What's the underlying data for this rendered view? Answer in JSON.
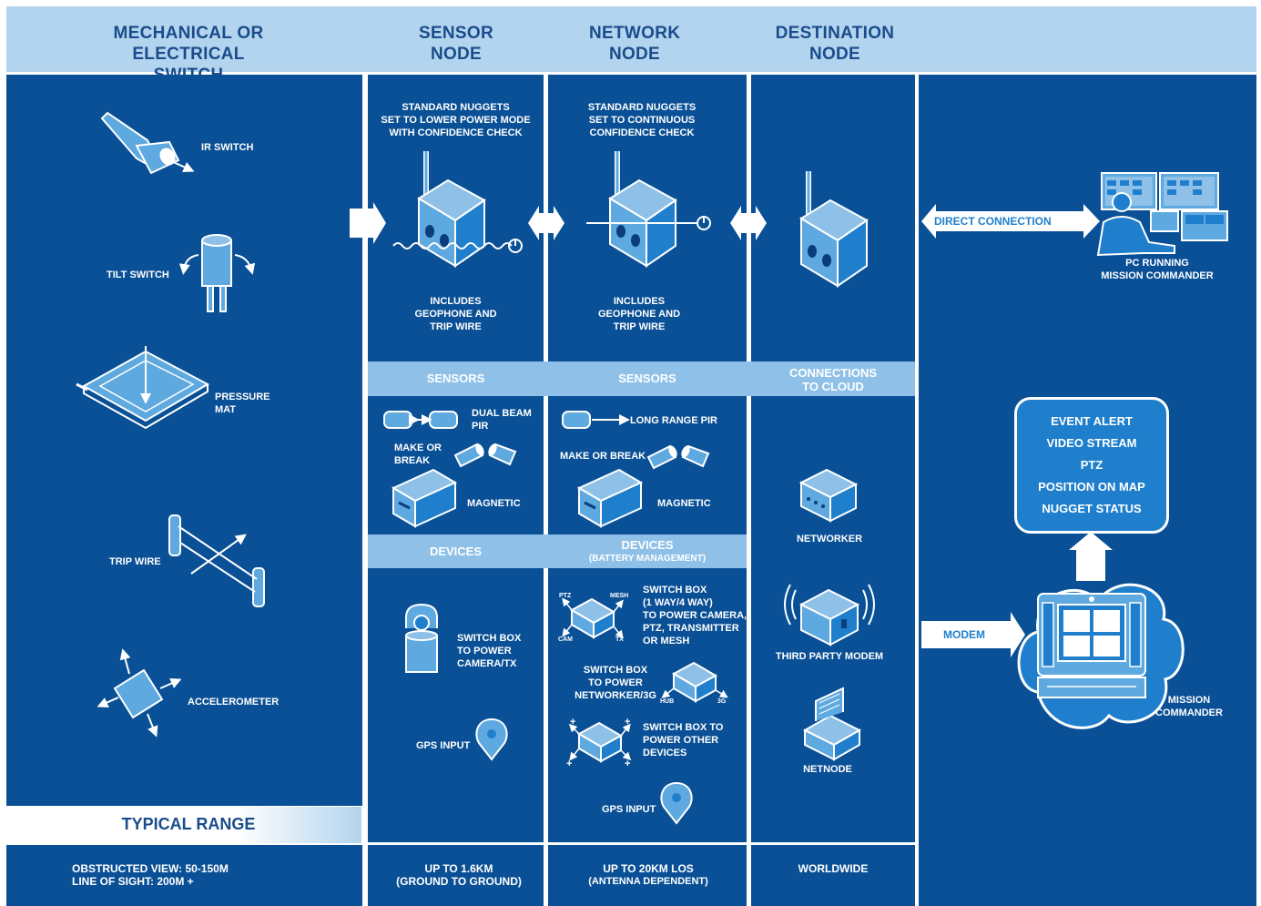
{
  "headers": {
    "col1": [
      "MECHANICAL OR",
      "ELECTRICAL SWITCH"
    ],
    "col2": [
      "SENSOR",
      "NODE"
    ],
    "col3": [
      "NETWORK",
      "NODE"
    ],
    "col4": [
      "DESTINATION",
      "NODE"
    ]
  },
  "switches": {
    "ir": "IR SWITCH",
    "tilt": "TILT SWITCH",
    "pressure": [
      "PRESSURE",
      "MAT"
    ],
    "trip": "TRIP WIRE",
    "accel": "ACCELEROMETER"
  },
  "sensor_node": {
    "top": [
      "STANDARD NUGGETS",
      "SET TO LOWER POWER MODE",
      "WITH CONFIDENCE CHECK"
    ],
    "bottom": [
      "INCLUDES",
      "GEOPHONE AND",
      "TRIP WIRE"
    ],
    "sensors_band": "SENSORS",
    "dual_beam": [
      "DUAL BEAM",
      "PIR"
    ],
    "make_break": [
      "MAKE OR",
      "BREAK"
    ],
    "magnetic": "MAGNETIC",
    "devices_band": "DEVICES",
    "switch_box": [
      "SWITCH BOX",
      "TO POWER",
      "CAMERA/TX"
    ],
    "gps": "GPS INPUT"
  },
  "network_node": {
    "top": [
      "STANDARD NUGGETS",
      "SET TO CONTINUOUS",
      "CONFIDENCE CHECK"
    ],
    "bottom": [
      "INCLUDES",
      "GEOPHONE AND",
      "TRIP WIRE"
    ],
    "sensors_band": "SENSORS",
    "long_range": "LONG RANGE PIR",
    "make_break": "MAKE OR BREAK",
    "magnetic": "MAGNETIC",
    "devices_band": "DEVICES",
    "devices_sub": "(BATTERY MANAGEMENT)",
    "sb1": [
      "SWITCH BOX",
      "(1 WAY/4 WAY)",
      "TO POWER CAMERA,",
      "PTZ, TRANSMITTER",
      "OR MESH"
    ],
    "sb1_tags": {
      "ptz": "PTZ",
      "mesh": "MESH",
      "cam": "CAM",
      "tx": "TX"
    },
    "sb2": [
      "SWITCH BOX",
      "TO POWER",
      "NETWORKER/3G"
    ],
    "sb2_tags": {
      "hub": "HUB",
      "g3": "3G"
    },
    "sb3": [
      "SWITCH BOX TO",
      "POWER OTHER",
      "DEVICES"
    ],
    "gps": "GPS INPUT"
  },
  "destination_node": {
    "band": [
      "CONNECTIONS",
      "TO CLOUD"
    ],
    "networker": "NETWORKER",
    "modem": "THIRD PARTY MODEM",
    "netnode": "NETNODE"
  },
  "right": {
    "direct": "DIRECT CONNECTION",
    "pc": [
      "PC RUNNING",
      "MISSION COMMANDER"
    ],
    "modem": "MODEM",
    "mc_items": [
      "EVENT ALERT",
      "VIDEO STREAM",
      "PTZ",
      "POSITION ON MAP",
      "NUGGET STATUS"
    ],
    "mission": [
      "MISSION",
      "COMMANDER"
    ]
  },
  "range": {
    "title": "TYPICAL RANGE",
    "col1": [
      "OBSTRUCTED VIEW: 50-150M",
      "LINE OF SIGHT: 200M +"
    ],
    "col2": [
      "UP TO 1.6KM",
      "(GROUND TO GROUND)"
    ],
    "col3": [
      "UP TO 20KM LOS",
      "(ANTENNA DEPENDENT)"
    ],
    "col4": "WORLDWIDE"
  },
  "colors": {
    "panel": "#0a5096",
    "header": "#b3d4ee",
    "band": "#8fc1e8",
    "icon_light": "#5ea9df",
    "icon_dark": "#1f7fcc",
    "title_text": "#1a4c8c"
  }
}
